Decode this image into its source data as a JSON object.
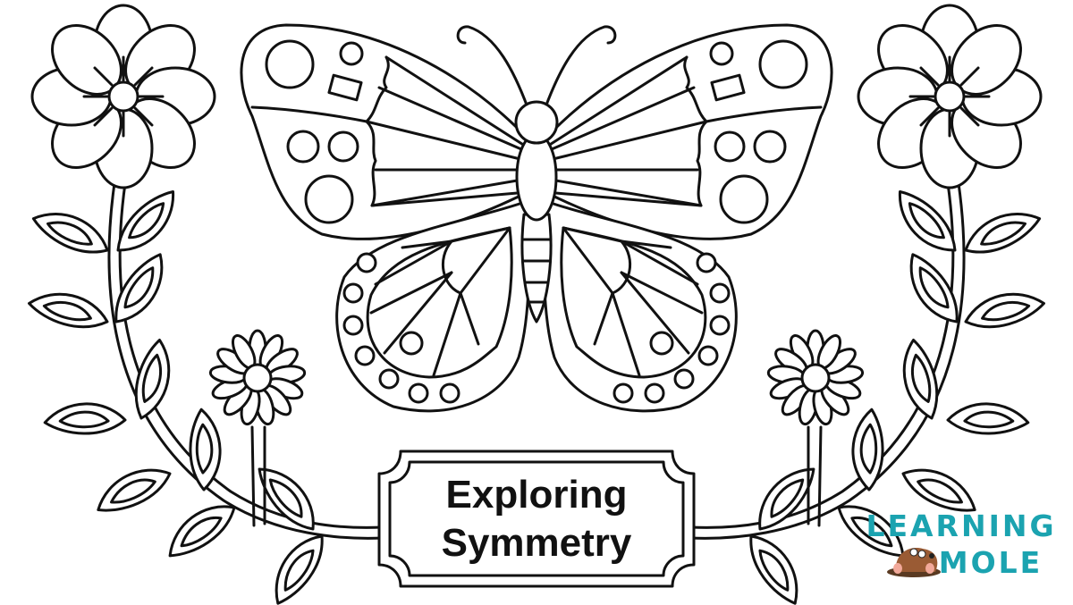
{
  "title": {
    "line1": "Exploring",
    "line2": "Symmetry"
  },
  "logo": {
    "line1": "LEARNING",
    "line2": "MOLE",
    "mascot_icon": "mole-icon",
    "color": "#1ba3b0"
  },
  "illustration": {
    "subject": "butterfly coloring page",
    "elements": [
      "butterfly",
      "large-flower-left",
      "large-flower-right",
      "small-daisy-left",
      "small-daisy-right",
      "leafy-vine-left",
      "leafy-vine-right",
      "title-plaque"
    ],
    "line_color": "#111111",
    "background": "#ffffff"
  }
}
